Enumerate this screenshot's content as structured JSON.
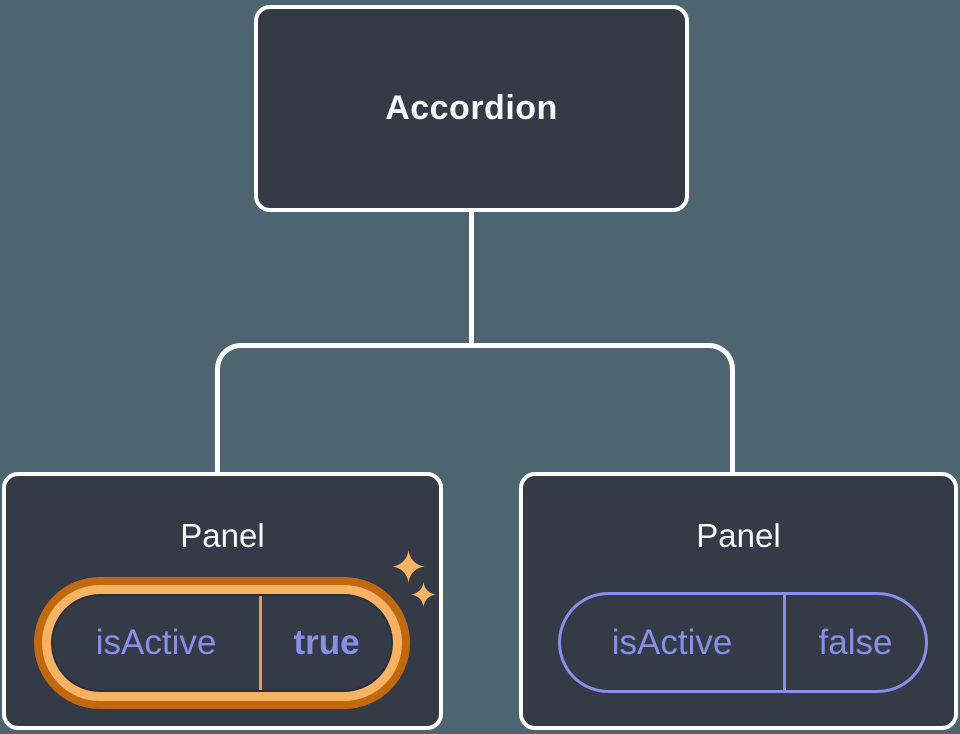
{
  "diagram": {
    "description": "Component tree showing an Accordion parent with two Panel children and their isActive props",
    "root": {
      "label": "Accordion"
    },
    "panels": [
      {
        "title": "Panel",
        "prop_name": "isActive",
        "prop_value": "true",
        "highlighted": true
      },
      {
        "title": "Panel",
        "prop_name": "isActive",
        "prop_value": "false",
        "highlighted": false
      }
    ],
    "icons": [
      "sparkle-icon",
      "sparkle-icon"
    ],
    "colors": {
      "background_teal": "#4D6570",
      "node_fill": "#343A46",
      "node_border": "#FFFFFF",
      "connector": "#FFFFFF",
      "prop_purple": "#8790E8",
      "highlight_orange_dark": "#C0690F",
      "highlight_orange_light": "#F7B264",
      "divider_orange": "#DD9E53",
      "title_text": "#F6F7F9"
    }
  }
}
